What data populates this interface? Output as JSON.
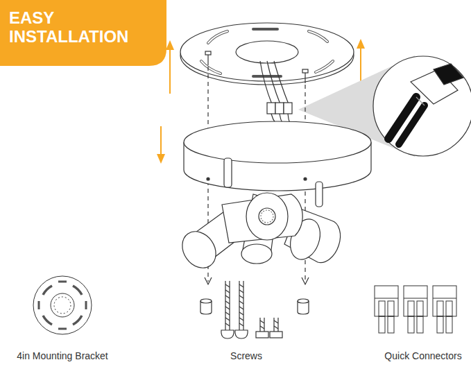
{
  "diagram": {
    "title": "EASY INSTALLATION",
    "labels": [
      "4in Mounting Bracket",
      "Screws",
      "Quick Connectors"
    ]
  }
}
